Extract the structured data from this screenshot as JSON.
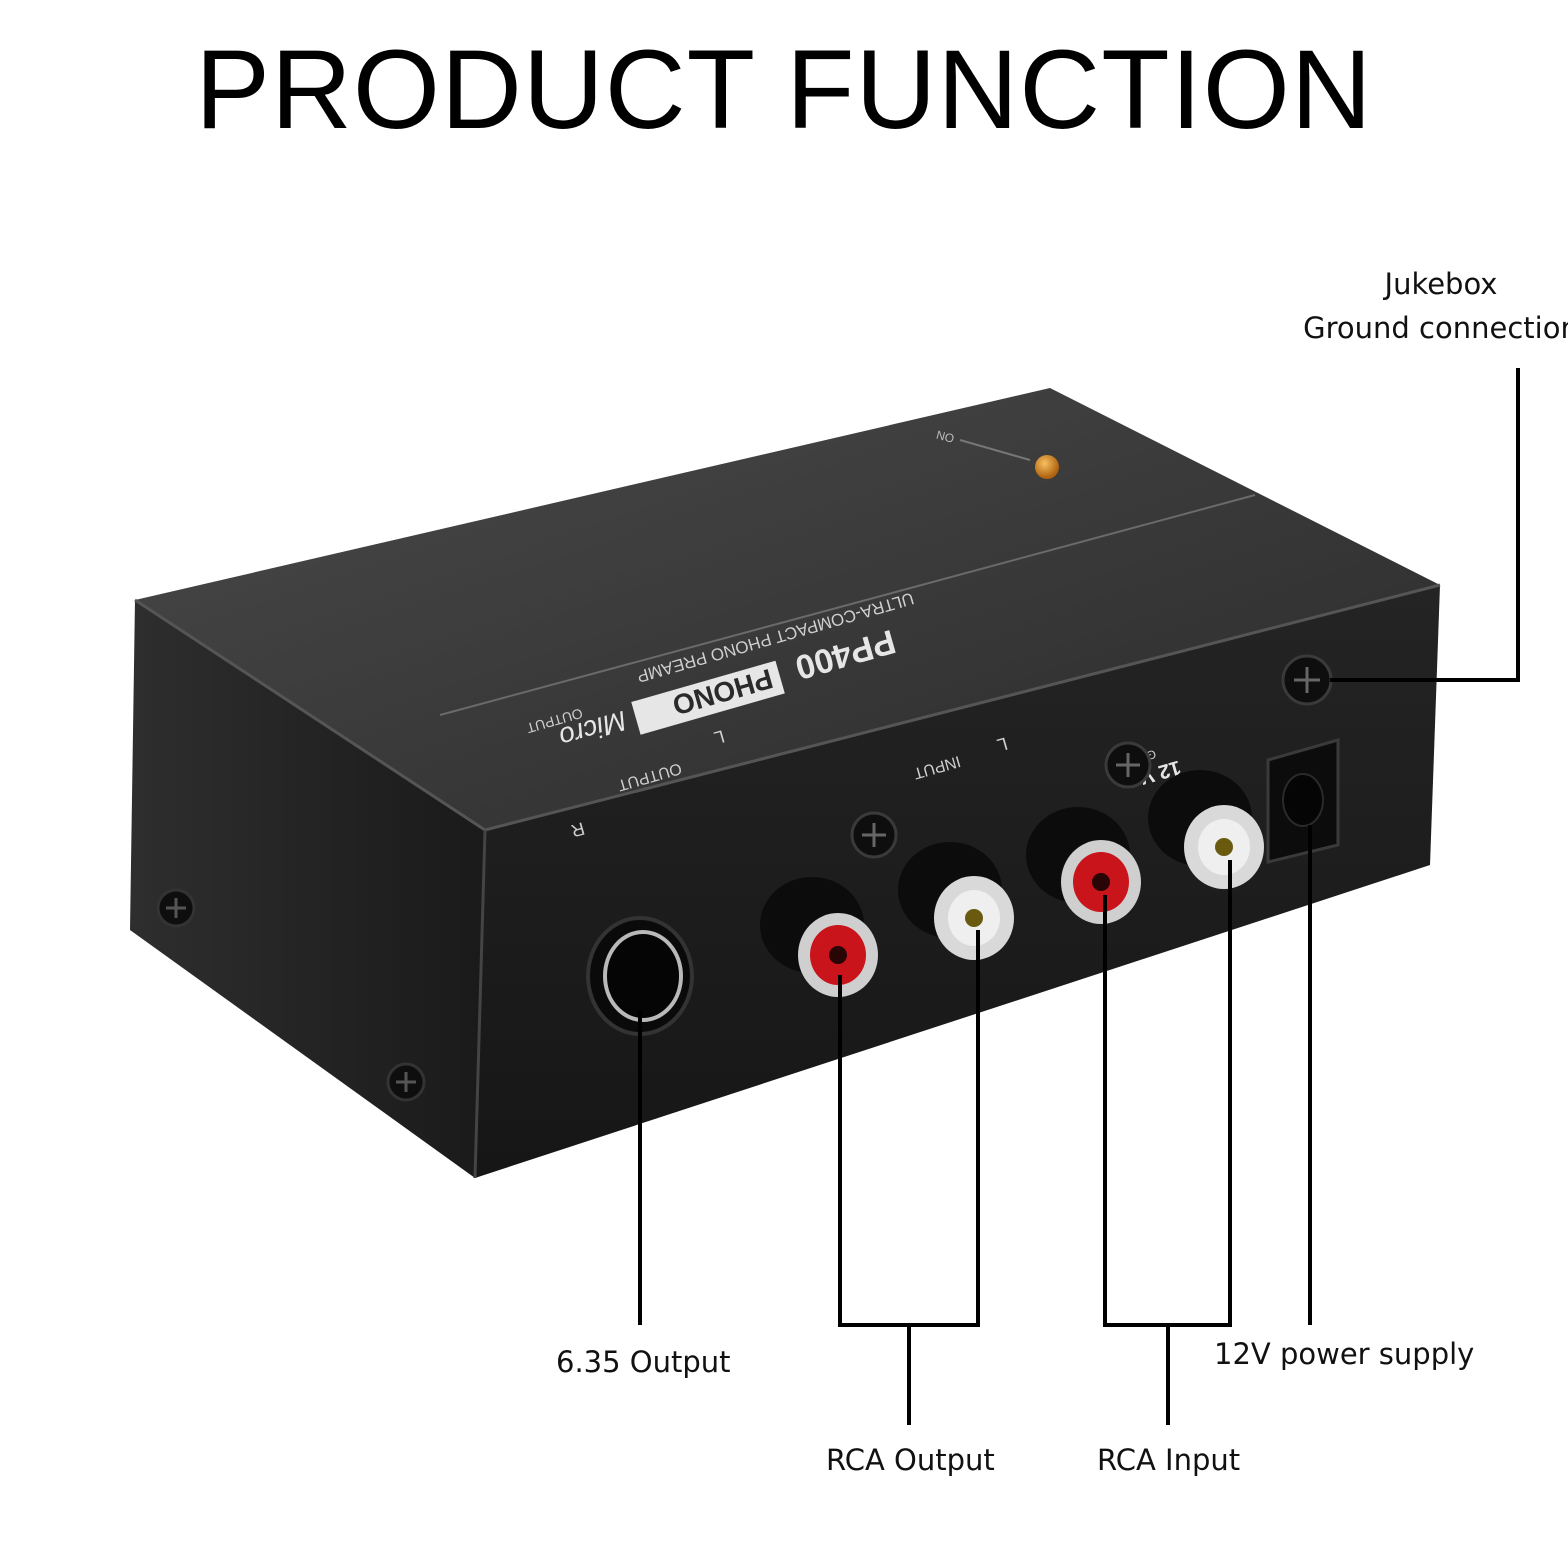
{
  "title": "PRODUCT FUNCTION",
  "callouts": {
    "jukebox_line1": "Jukebox",
    "jukebox_line2": "Ground connection",
    "output_635": "6.35 Output",
    "rca_output": "RCA Output",
    "rca_input": "RCA Input",
    "power": "12V power supply"
  },
  "device": {
    "model": "PP400",
    "brand_script": "Micro",
    "brand_word": "PHONO",
    "subtitle": "ULTRA-COMPACT PHONO PREAMP",
    "label_output_top": "OUTPUT",
    "label_input_top": "INPUT",
    "label_r": "R",
    "label_l": "L",
    "label_output_jack": "OUTPUT",
    "label_power": "12 V",
    "label_gnd": "GND",
    "label_led": "ON"
  },
  "colors": {
    "body_top": "#3a3a3a",
    "body_front": "#1c1c1c",
    "rca_red": "#c8141a",
    "rca_white": "#e8e8e8",
    "led": "#d98a1a"
  }
}
